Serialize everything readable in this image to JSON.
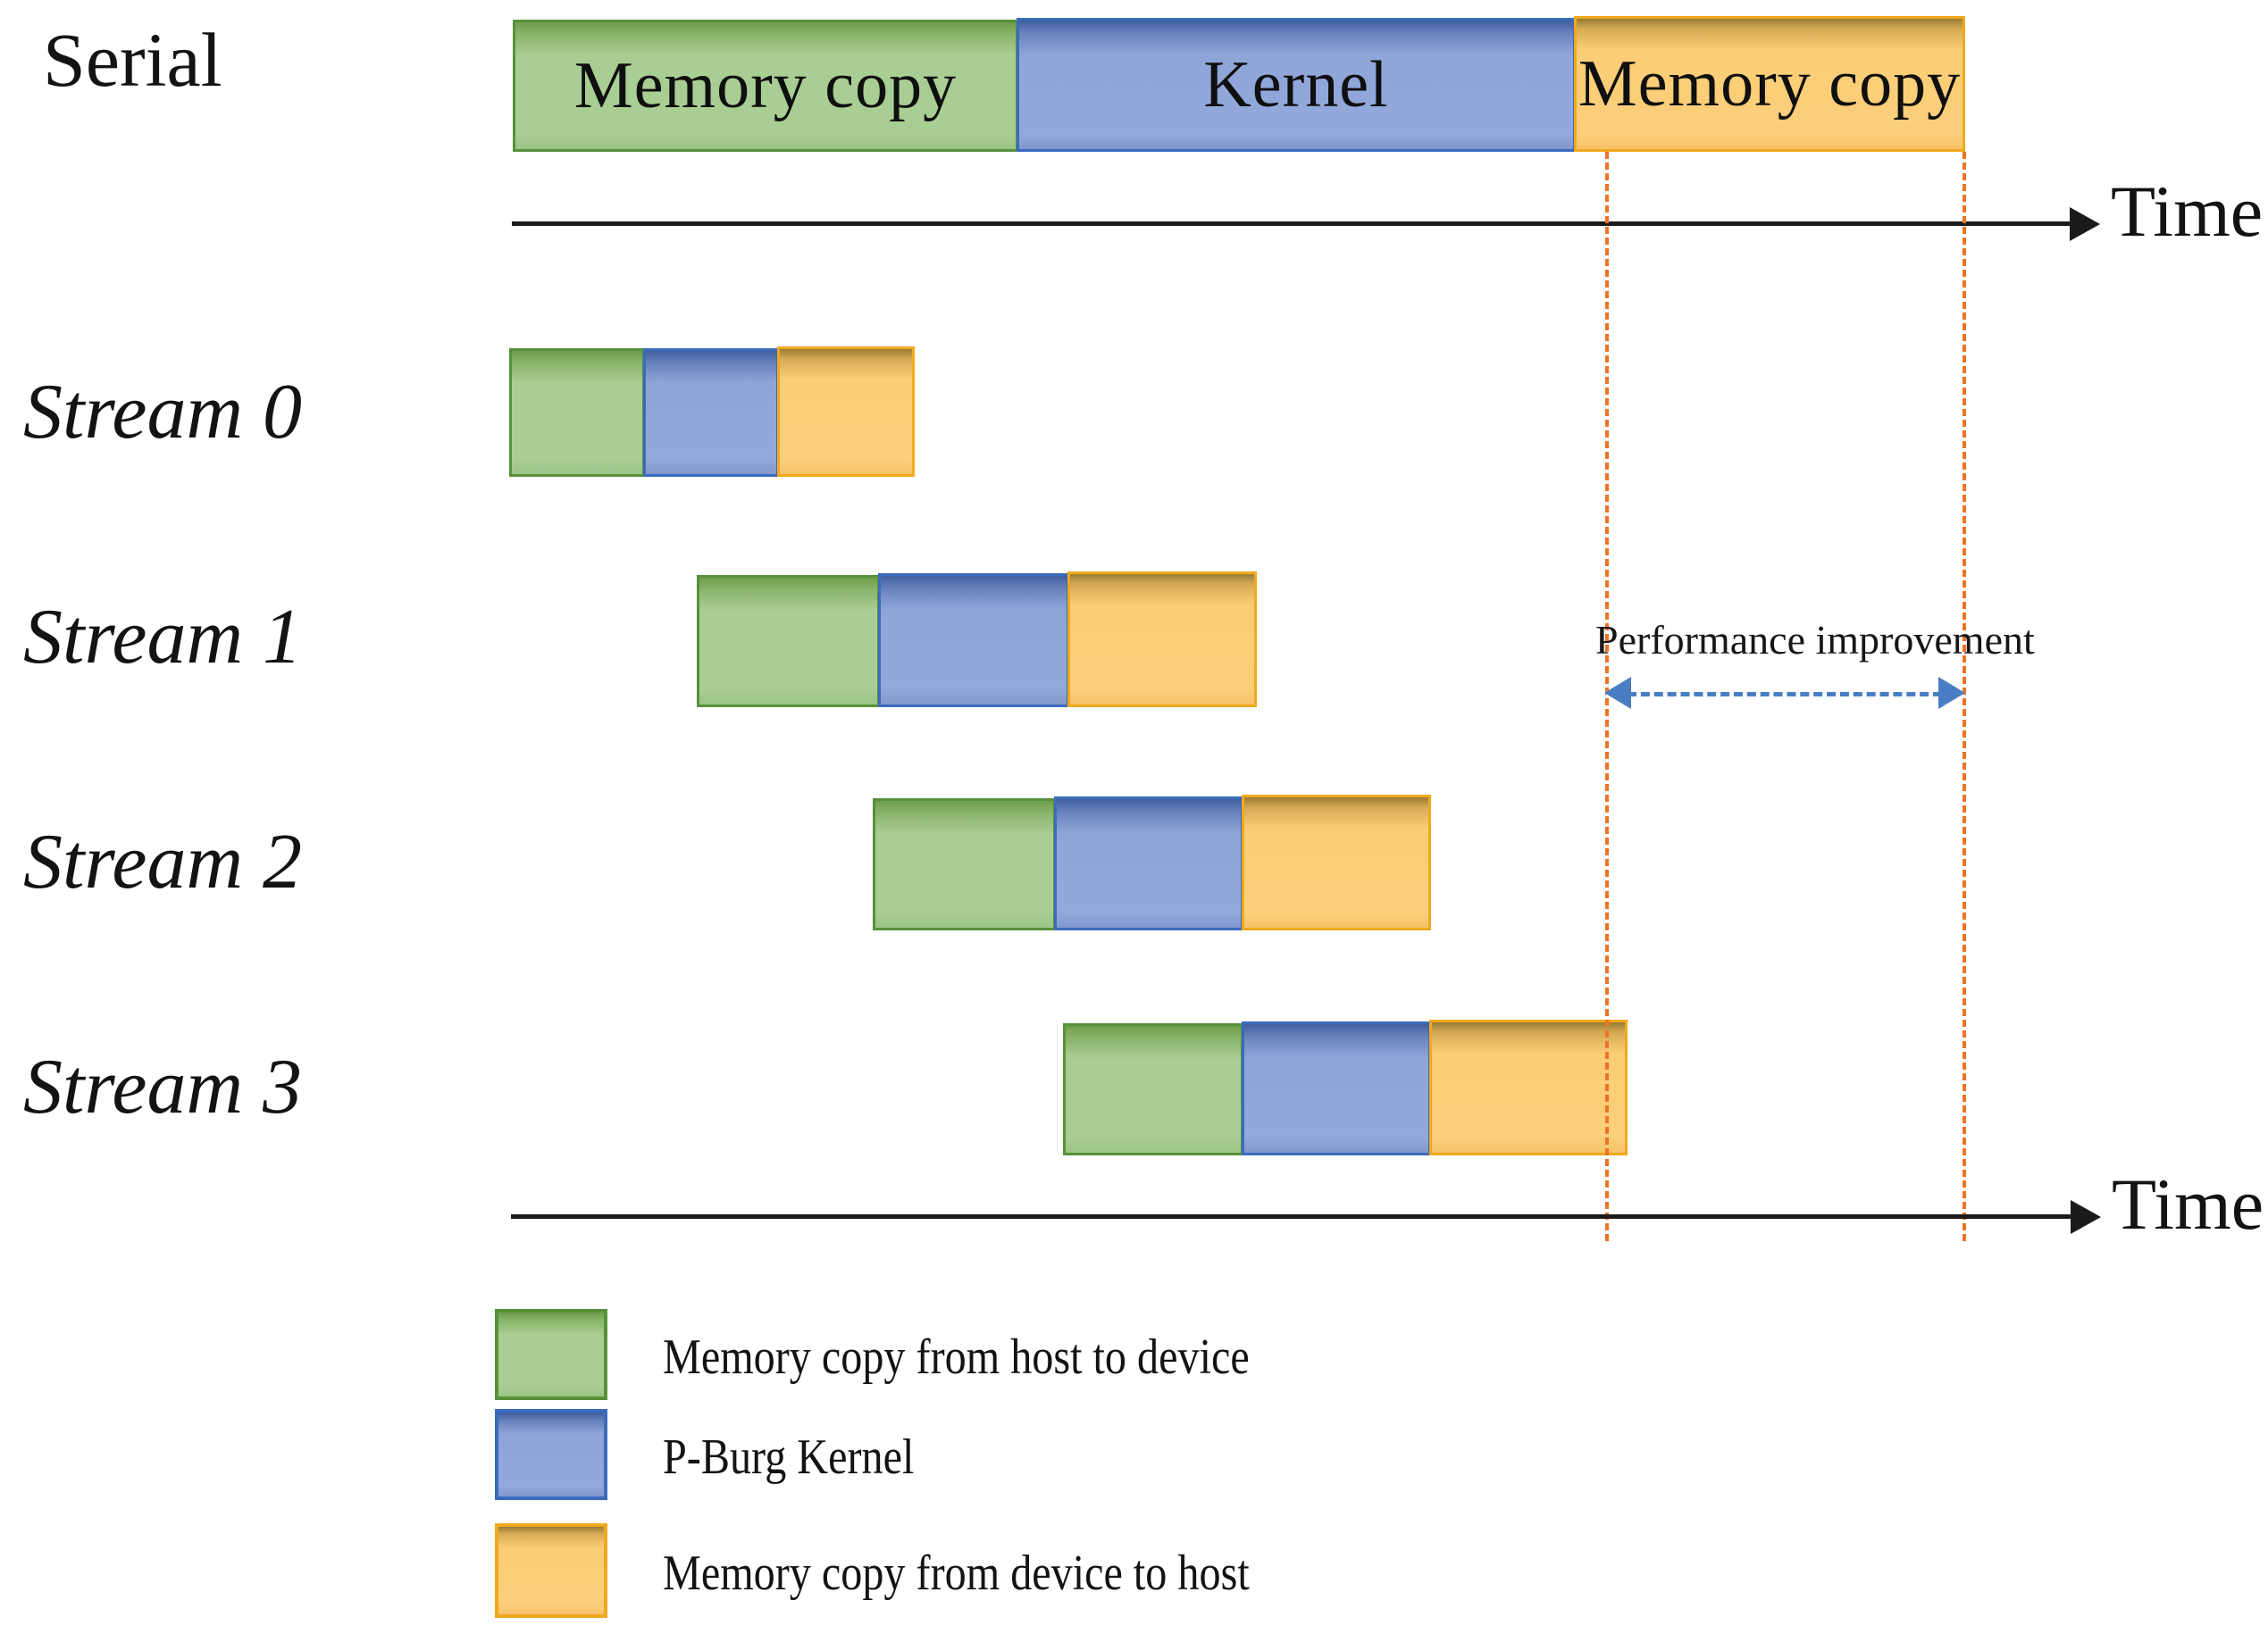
{
  "figure": {
    "kind": "cuda-stream-timeline-diagram",
    "background": "#ffffff"
  },
  "colors": {
    "memcpy_h2d_fill": "#A9CE94",
    "memcpy_h2d_border": "#57913A",
    "kernel_fill": "#8FA5D8",
    "kernel_border": "#3B6BBD",
    "memcpy_d2h_fill": "#FBCD75",
    "memcpy_d2h_border": "#F0A91D",
    "guide_line": "#EF7324",
    "perf_arrow": "#4A7EC4",
    "axis": "#1B1B1B",
    "text": "#131313"
  },
  "serial_row": {
    "label": "Serial",
    "segments": [
      {
        "name": "memcpy-h2d",
        "text": "Memory  copy",
        "kind": "green"
      },
      {
        "name": "kernel",
        "text": "Kernel",
        "kind": "blue"
      },
      {
        "name": "memcpy-d2h",
        "text": "Memory  copy",
        "kind": "yellow"
      }
    ]
  },
  "axes": [
    {
      "name": "serial-time-axis",
      "caption": "Time"
    },
    {
      "name": "streams-time-axis",
      "caption": "Time"
    }
  ],
  "streams": [
    {
      "label": "Stream 0"
    },
    {
      "label": "Stream 1"
    },
    {
      "label": "Stream 2"
    },
    {
      "label": "Stream 3"
    }
  ],
  "annotation": {
    "text": "Performance improvement",
    "arrow": "double-headed-dashed"
  },
  "legend": {
    "items": [
      {
        "swatch": "green",
        "label": "Memory copy from  host to device"
      },
      {
        "swatch": "blue",
        "label": "P-Burg Kernel"
      },
      {
        "swatch": "yellow",
        "label": "Memory  copy from  device  to host"
      }
    ]
  },
  "chart_data": {
    "type": "bar",
    "title": "",
    "xlabel": "Time",
    "ylabel": "",
    "categories": [
      "Serial",
      "Stream 0",
      "Stream 1",
      "Stream 2",
      "Stream 3"
    ],
    "series": [
      {
        "name": "Memory copy from host to device",
        "color": "#A9CE94",
        "starts": [
          574,
          570,
          780,
          977,
          1190
        ],
        "ends": [
          1138,
          720,
          983,
          1180,
          1390
        ]
      },
      {
        "name": "P-Burg Kernel",
        "color": "#8FA5D8",
        "starts": [
          1138,
          720,
          983,
          1180,
          1390
        ],
        "ends": [
          1762,
          870,
          1195,
          1390,
          1600
        ]
      },
      {
        "name": "Memory copy from device to host",
        "color": "#FBCD75",
        "starts": [
          1762,
          870,
          1195,
          1390,
          1600
        ],
        "ends": [
          2198,
          1022,
          1405,
          1600,
          1820
        ]
      }
    ],
    "guides": [
      1797,
      2197
    ],
    "annotation_span": [
      1797,
      2197
    ]
  }
}
